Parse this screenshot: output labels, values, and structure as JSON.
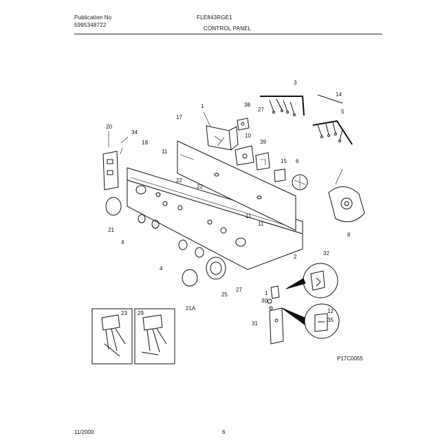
{
  "header": {
    "pub_label": "Publication No",
    "pub_number": "5995348722",
    "model": "FLE843RGE1",
    "section": "CONTROL PANEL"
  },
  "callouts": {
    "c1": "1",
    "c3": "3",
    "c14": "14",
    "c5": "5",
    "c38": "38",
    "c27a": "27",
    "c17": "17",
    "c10": "10",
    "c39": "39",
    "c20": "20",
    "c34": "34",
    "c18": "18",
    "c11a": "11",
    "c15": "15",
    "c6": "6",
    "c22a": "22",
    "c22b": "22",
    "c11b": "11",
    "c11c": "11",
    "c8": "8",
    "c21": "21",
    "c4a": "4",
    "c2": "2",
    "c32": "32",
    "c4b": "4",
    "c25": "25",
    "c27b": "27",
    "c1b": "1",
    "c30": "30",
    "c21a": "21A",
    "c23": "23",
    "c29": "29",
    "c31": "31",
    "c12": "12",
    "c35": "35"
  },
  "figure_code": "P17C0055",
  "footer": {
    "date": "11/2000",
    "page": "6"
  }
}
